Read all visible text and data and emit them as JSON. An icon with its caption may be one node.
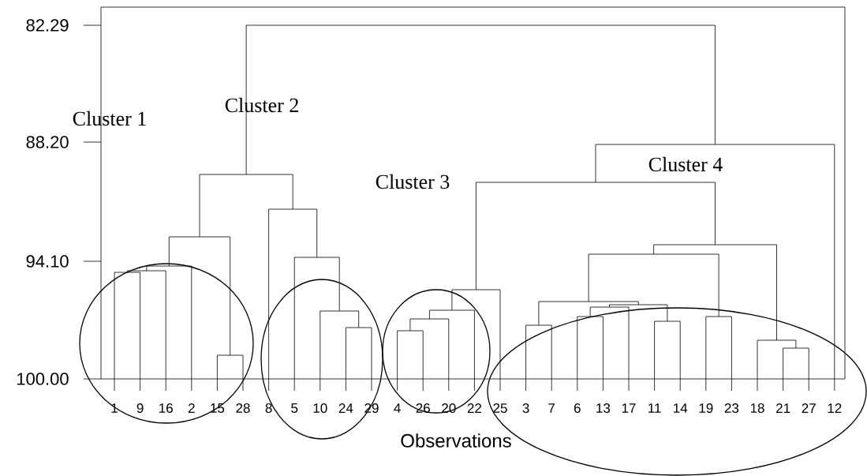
{
  "diagram": {
    "labels": [
      "82.29",
      "88.20",
      "94.10",
      "100.00",
      "Cluster 1",
      "Cluster 2",
      "Cluster 3",
      "Cluster 4",
      "1",
      "9",
      "16",
      "2",
      "15",
      "28",
      "8",
      "5",
      "10",
      "24",
      "29",
      "4",
      "26",
      "20",
      "22",
      "25",
      "3",
      "7",
      "6",
      "13",
      "17",
      "11",
      "14",
      "19",
      "23",
      "18",
      "21",
      "27",
      "12",
      "Observations"
    ]
  }
}
